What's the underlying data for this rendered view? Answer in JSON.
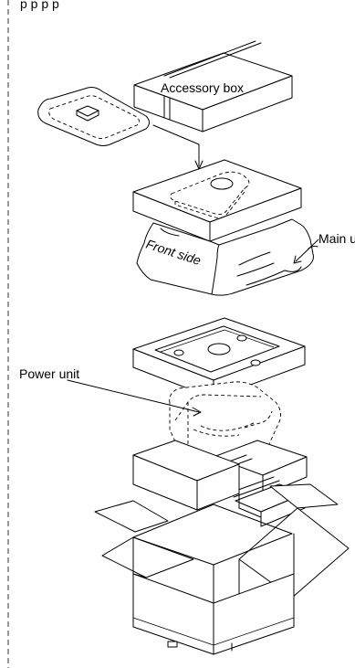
{
  "top_text": "p     p     p     p",
  "labels": {
    "accessory_box": "Accessory box",
    "main_unit": "Main uni",
    "front_side": "Front side",
    "power_unit": "Power unit"
  },
  "colors": {
    "line": "#000000",
    "background": "#ffffff"
  }
}
